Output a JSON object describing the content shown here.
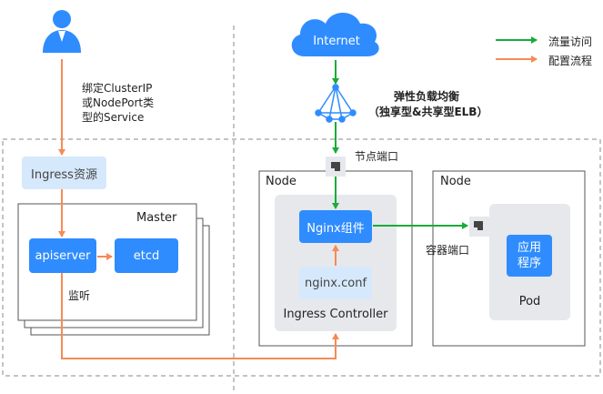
{
  "legend": {
    "traffic": {
      "label": "流量访问",
      "color": "#1aab3a"
    },
    "config": {
      "label": "配置流程",
      "color": "#f78a55"
    }
  },
  "user": {
    "icon": "user-icon",
    "label_lines": [
      "绑定ClusterIP",
      "或NodePort类",
      "型的Service"
    ]
  },
  "internet": {
    "label": "Internet",
    "icon": "cloud-icon"
  },
  "elb": {
    "icon": "load-balancer-icon",
    "label_lines": [
      "弹性负载均衡",
      "（独享型&共享型ELB）"
    ]
  },
  "node_port_label": "节点端口",
  "container_port_label": "容器端口",
  "master": {
    "title": "Master",
    "ingress_resource": "Ingress资源",
    "apiserver": "apiserver",
    "etcd": "etcd",
    "listen_label": "监听"
  },
  "node_controller": {
    "title": "Node",
    "nginx_component": "Nginx组件",
    "nginx_conf": "nginx.conf",
    "ingress_controller": "Ingress Controller"
  },
  "node_pod": {
    "title": "Node",
    "app_lines": [
      "应用",
      "程序"
    ],
    "pod": "Pod"
  },
  "colors": {
    "accent_blue": "#2f8cff",
    "light_blue": "#d6e8fb",
    "gray_box": "#e6e8ec",
    "traffic_green": "#1aab3a",
    "config_orange": "#f78a55"
  }
}
